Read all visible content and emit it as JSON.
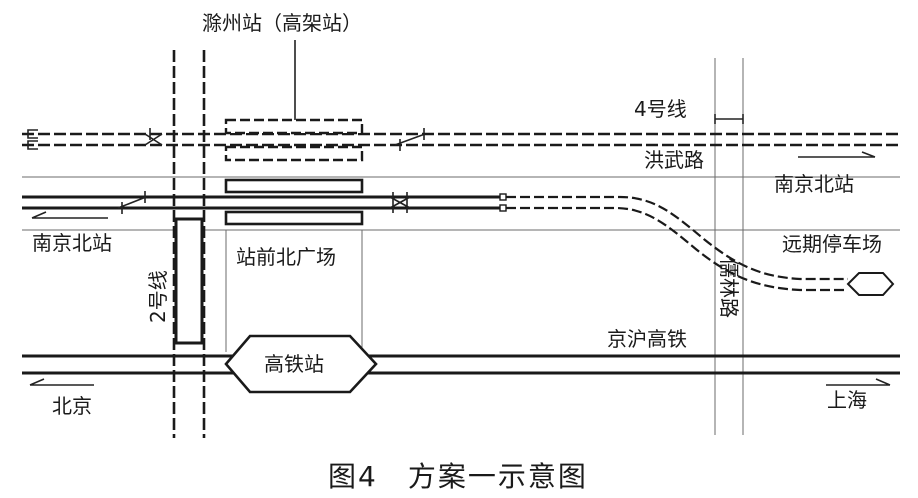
{
  "labels": {
    "chuzhou_station": "滁州站（高架站）",
    "line4": "4号线",
    "hongwu_road": "洪武路",
    "nanjing_north_right": "南京北站",
    "nanjing_north_left": "南京北站",
    "future_depot": "远期停车场",
    "plaza": "站前北广场",
    "line2": "2号线",
    "rulin_road": "儒林路",
    "jinghu_hsr": "京沪高铁",
    "hsr_station": "高铁站",
    "beijing": "北京",
    "shanghai": "上海"
  },
  "caption": "图4　方案一示意图",
  "colors": {
    "ink": "#1a1a1a",
    "road": "#6b6b6b",
    "background": "#ffffff"
  }
}
